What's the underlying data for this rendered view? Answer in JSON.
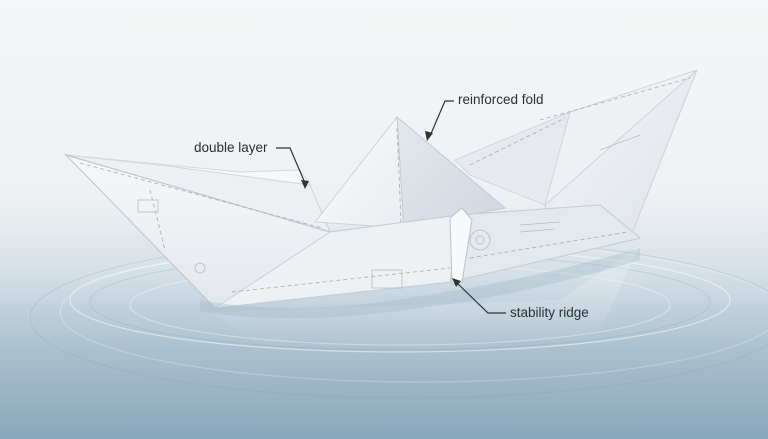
{
  "labels": {
    "double_layer": "double layer",
    "reinforced_fold": "reinforced fold",
    "stability_ridge": "stability ridge"
  },
  "colors": {
    "sky": "#f3f5f6",
    "water_deep": "#8aa8bc",
    "paper": "#f4f6f8",
    "paper_shadow": "#d9dfe5",
    "leader": "#333333"
  }
}
